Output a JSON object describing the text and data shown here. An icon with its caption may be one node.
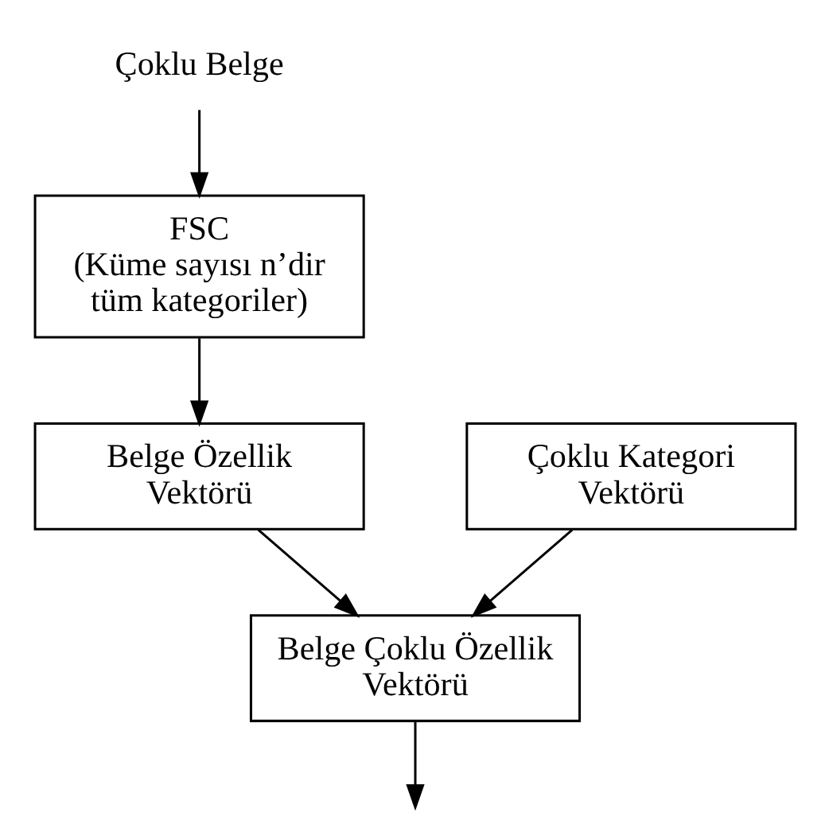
{
  "diagram": {
    "nodes": [
      {
        "text": [
          "Çoklu Belge"
        ]
      },
      {
        "text": [
          "FSC",
          "(Küme sayısı n’dir tüm kategoriler)"
        ]
      },
      {
        "text": [
          "Belge Özellik Vektörü"
        ]
      },
      {
        "text": [
          "Çoklu Kategori Vektörü"
        ]
      },
      {
        "text": [
          "Belge Çoklu Özellik Vektörü"
        ]
      }
    ],
    "edges": [
      {
        "from": 0,
        "to": 1,
        "arrow": "to"
      },
      {
        "from": 1,
        "to": 2,
        "arrow": "to"
      },
      {
        "from": 2,
        "to": 4,
        "arrow": "to"
      },
      {
        "from": 3,
        "to": 4,
        "arrow": "to"
      },
      {
        "from": 4,
        "to": null,
        "arrow": "to"
      }
    ]
  }
}
